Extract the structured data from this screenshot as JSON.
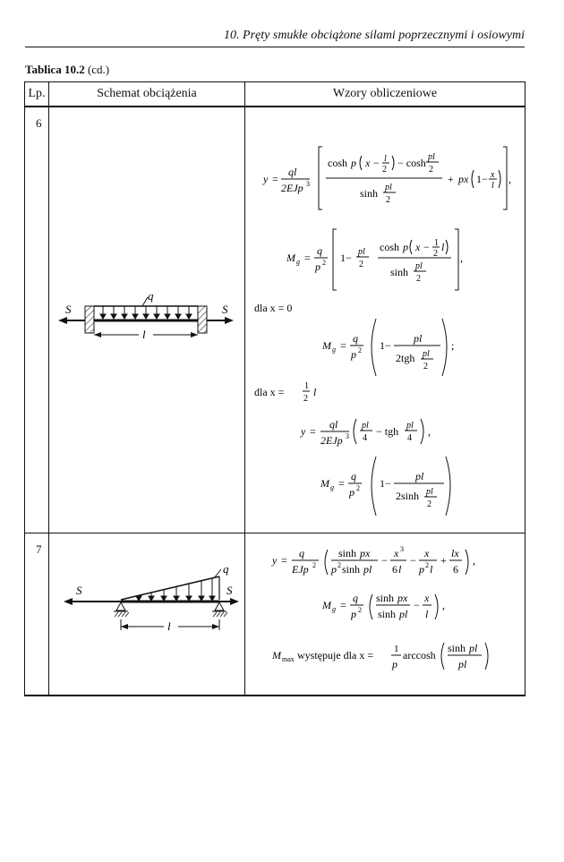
{
  "running_head": "10. Pręty smukłe obciążone silami poprzecznymi i osiowymi",
  "caption": {
    "label": "Tablica 10.2",
    "suffix": "(cd.)"
  },
  "table": {
    "headers": {
      "lp": "Lp.",
      "scheme": "Schemat obciążenia",
      "formulas": "Wzory obliczeniowe"
    },
    "rows": [
      {
        "lp": "6",
        "labels": {
          "q": "q",
          "s_left": "S",
          "s_right": "S",
          "l": "l"
        },
        "conditions": {
          "x0": "dla x = 0",
          "xhalf": "dla x ="
        }
      },
      {
        "lp": "7",
        "labels": {
          "q": "q",
          "s_left": "S",
          "s_right": "S",
          "l": "l"
        },
        "mmax_text": "występuje dla x ="
      }
    ]
  }
}
